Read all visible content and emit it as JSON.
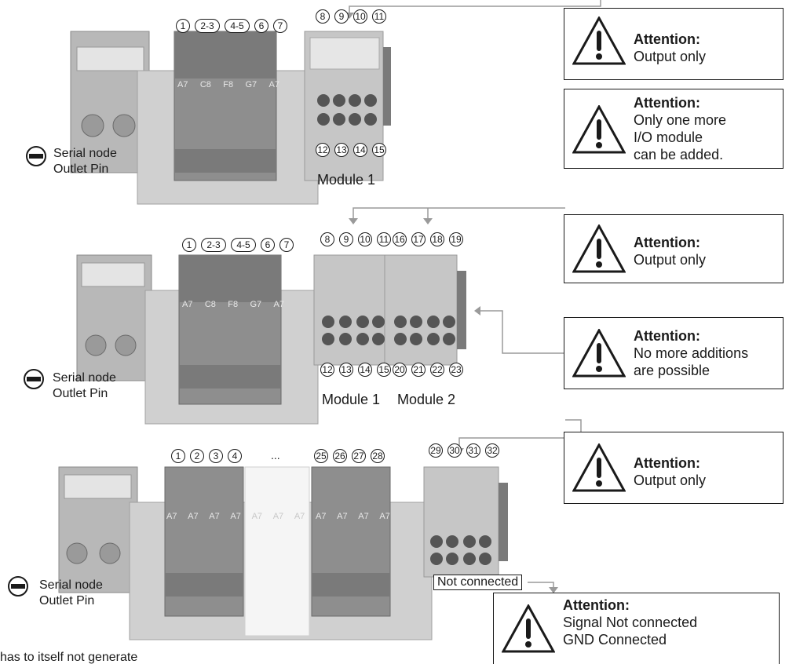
{
  "colors": {
    "device_gray": "#8c8c8c",
    "device_light": "#c7c7c7",
    "device_dark": "#5a5a5a",
    "line": "#9a9a9a"
  },
  "row1": {
    "top_nums": [
      "1",
      "2-3",
      "4-5",
      "6",
      "7"
    ],
    "valve_labels": [
      "A7",
      "C8",
      "F8",
      "G7",
      "A7"
    ],
    "module_top": [
      "8",
      "9",
      "10",
      "11"
    ],
    "module_bottom": [
      "12",
      "13",
      "14",
      "15"
    ],
    "module_label": "Module 1",
    "serial": [
      "Serial node",
      "Outlet Pin"
    ]
  },
  "row2": {
    "top_nums": [
      "1",
      "2-3",
      "4-5",
      "6",
      "7"
    ],
    "valve_labels": [
      "A7",
      "C8",
      "F8",
      "G7",
      "A7"
    ],
    "module1_top": [
      "8",
      "9",
      "10",
      "11"
    ],
    "module1_bottom": [
      "12",
      "13",
      "14",
      "15"
    ],
    "module2_top": [
      "16",
      "17",
      "18",
      "19"
    ],
    "module2_bottom": [
      "20",
      "21",
      "22",
      "23"
    ],
    "module1_label": "Module 1",
    "module2_label": "Module 2",
    "serial": [
      "Serial node",
      "Outlet Pin"
    ]
  },
  "row3": {
    "top_nums_left": [
      "1",
      "2",
      "3",
      "4"
    ],
    "ellipsis": "...",
    "top_nums_right": [
      "25",
      "26",
      "27",
      "28"
    ],
    "valve_labels": [
      "A7",
      "A7",
      "A7",
      "A7",
      "A7",
      "A7",
      "A7",
      "A7",
      "A7",
      "A7",
      "A7"
    ],
    "module_top": [
      "29",
      "30",
      "31",
      "32"
    ],
    "not_connected": "Not connected",
    "serial": [
      "Serial node",
      "Outlet Pin"
    ]
  },
  "callouts": [
    {
      "title": "Attention:",
      "lines": [
        "Output only"
      ]
    },
    {
      "title": "Attention:",
      "lines": [
        "Only one more",
        "I/O module",
        "can be added."
      ]
    },
    {
      "title": "Attention:",
      "lines": [
        "Output only"
      ]
    },
    {
      "title": "Attention:",
      "lines": [
        "No more additions",
        "are possible"
      ]
    },
    {
      "title": "Attention:",
      "lines": [
        "Output only"
      ]
    },
    {
      "title": "Attention:",
      "lines": [
        "Signal Not connected",
        "GND Connected"
      ]
    }
  ],
  "footer_text": "has to itself not generate"
}
